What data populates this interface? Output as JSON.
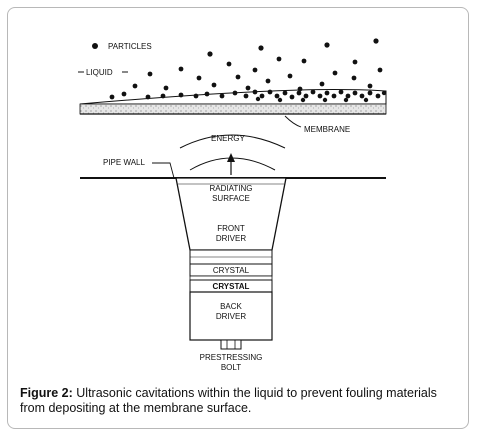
{
  "labels": {
    "particles": "PARTICLES",
    "liquid": "LIQUID",
    "membrane": "MEMBRANE",
    "energy": "ENERGY",
    "pipe_wall": "PIPE WALL",
    "radiating_surface_1": "RADIATING",
    "radiating_surface_2": "SURFACE",
    "front_driver_1": "FRONT",
    "front_driver_2": "DRIVER",
    "crystal_1": "CRYSTAL",
    "crystal_2": "CRYSTAL",
    "back_driver_1": "BACK",
    "back_driver_2": "DRIVER",
    "prestressing_bolt_1": "PRESTRESSING",
    "prestressing_bolt_2": "BOLT"
  },
  "caption": {
    "figure_label": "Figure 2:",
    "text": " Ultrasonic cavitations within the liquid to prevent fouling materials from depositing at the membrane surface."
  }
}
